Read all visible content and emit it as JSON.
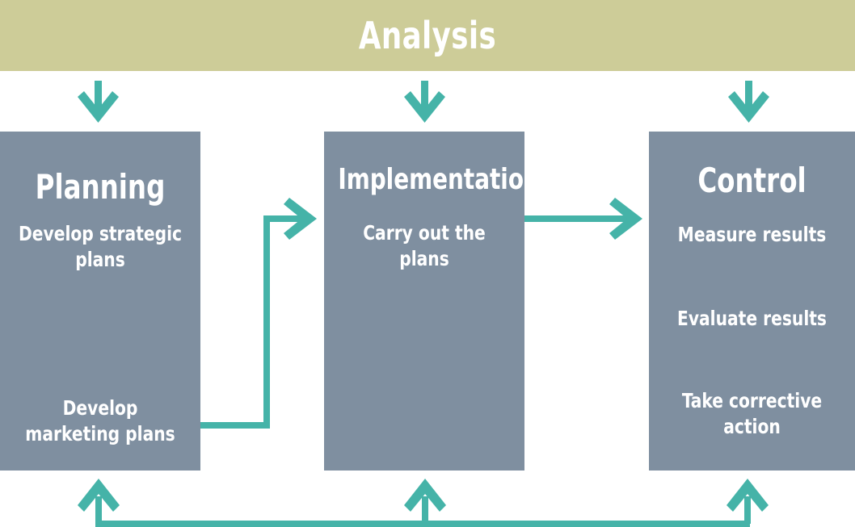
{
  "header": {
    "title": "Analysis",
    "band_color": "#cdcc98",
    "text_color": "#ffffff"
  },
  "theme": {
    "box_color": "#7f8fa0",
    "arrow_color": "#45b3a8",
    "background": "#ffffff",
    "box_text_color": "#ffffff"
  },
  "stages": [
    {
      "id": "planning",
      "title": "Planning",
      "steps": [
        "Develop strategic plans",
        "Develop marketing plans"
      ],
      "internal_arrows": 1
    },
    {
      "id": "implementation",
      "title": "Implementation",
      "steps": [
        "Carry out the plans"
      ],
      "internal_arrows": 0
    },
    {
      "id": "control",
      "title": "Control",
      "steps": [
        "Measure results",
        "Evaluate results",
        "Take corrective action"
      ],
      "internal_arrows": 2
    }
  ],
  "connectors": {
    "analysis_to_planning": "down-arrow",
    "analysis_to_implementation": "down-arrow",
    "analysis_to_control": "down-arrow",
    "planning_to_implementation": "elbow-right-arrow",
    "implementation_to_control": "right-arrow",
    "feedback_bar": "feedback-loop-up-arrows"
  }
}
